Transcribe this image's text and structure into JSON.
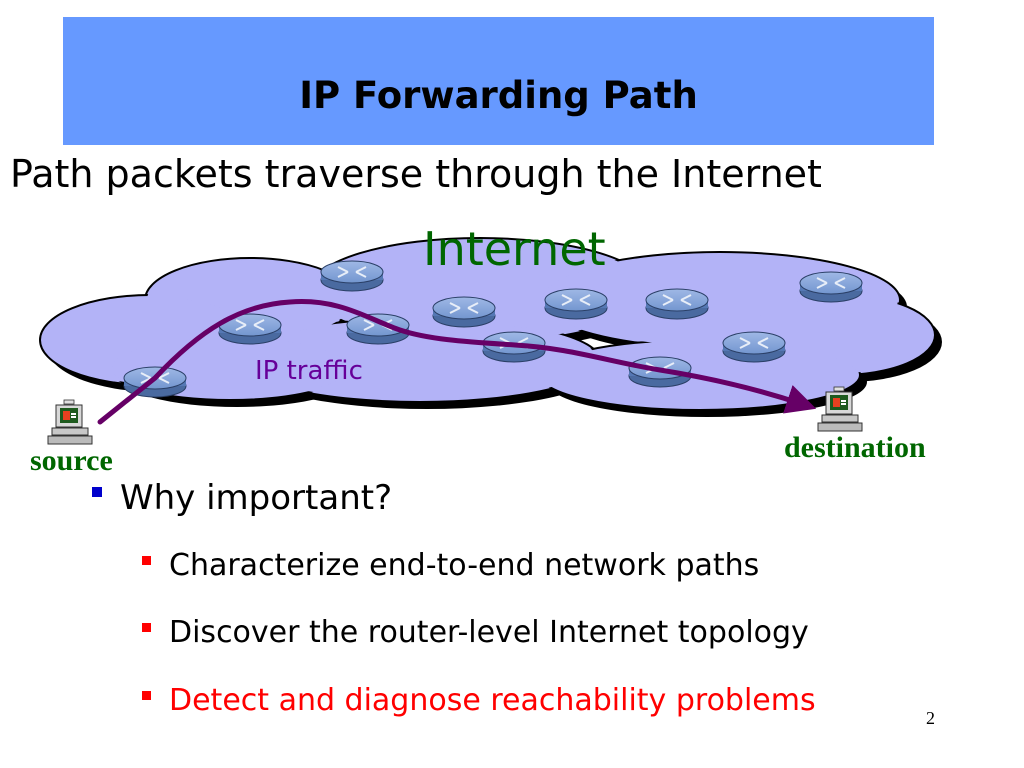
{
  "slide": {
    "title": "IP Forwarding Path",
    "subtitle": "Path packets traverse through the Internet",
    "page_number": "2"
  },
  "diagram": {
    "cloud_label": "Internet",
    "path_label": "IP traffic",
    "source_label": "source",
    "destination_label": "destination",
    "colors": {
      "cloud": "#b3b3f7",
      "router": "#6f93c9",
      "path": "#660066",
      "label_green": "#006600"
    }
  },
  "bullets": {
    "main": "Why important?",
    "sub": [
      {
        "text": "Characterize end-to-end network paths",
        "color": "#000000"
      },
      {
        "text": "Discover the router-level Internet topology",
        "color": "#000000"
      },
      {
        "text": "Detect and diagnose reachability problems",
        "color": "#ff0000"
      }
    ]
  }
}
